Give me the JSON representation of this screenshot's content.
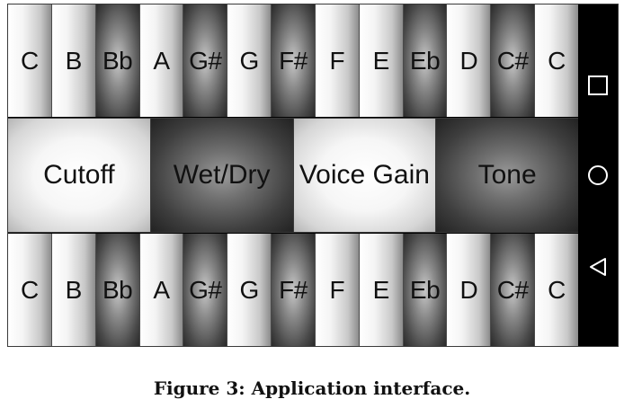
{
  "top_keys": [
    {
      "label": "C",
      "shade": "white"
    },
    {
      "label": "B",
      "shade": "white"
    },
    {
      "label": "Bb",
      "shade": "black"
    },
    {
      "label": "A",
      "shade": "white"
    },
    {
      "label": "G#",
      "shade": "black"
    },
    {
      "label": "G",
      "shade": "white"
    },
    {
      "label": "F#",
      "shade": "black"
    },
    {
      "label": "F",
      "shade": "white"
    },
    {
      "label": "E",
      "shade": "white"
    },
    {
      "label": "Eb",
      "shade": "black"
    },
    {
      "label": "D",
      "shade": "white"
    },
    {
      "label": "C#",
      "shade": "black"
    },
    {
      "label": "C",
      "shade": "white"
    }
  ],
  "params": [
    {
      "label": "Cutoff",
      "shade": "light"
    },
    {
      "label": "Wet/Dry",
      "shade": "dark"
    },
    {
      "label": "Voice Gain",
      "shade": "light"
    },
    {
      "label": "Tone",
      "shade": "dark"
    }
  ],
  "bottom_keys": [
    {
      "label": "C",
      "shade": "white"
    },
    {
      "label": "B",
      "shade": "white"
    },
    {
      "label": "Bb",
      "shade": "black"
    },
    {
      "label": "A",
      "shade": "white"
    },
    {
      "label": "G#",
      "shade": "black"
    },
    {
      "label": "G",
      "shade": "white"
    },
    {
      "label": "F#",
      "shade": "black"
    },
    {
      "label": "F",
      "shade": "white"
    },
    {
      "label": "E",
      "shade": "white"
    },
    {
      "label": "Eb",
      "shade": "black"
    },
    {
      "label": "D",
      "shade": "white"
    },
    {
      "label": "C#",
      "shade": "black"
    },
    {
      "label": "C",
      "shade": "white"
    }
  ],
  "navbar": {
    "recent_icon": "square-icon",
    "home_icon": "circle-icon",
    "back_icon": "triangle-back-icon"
  },
  "caption": "Figure 3: Application interface."
}
